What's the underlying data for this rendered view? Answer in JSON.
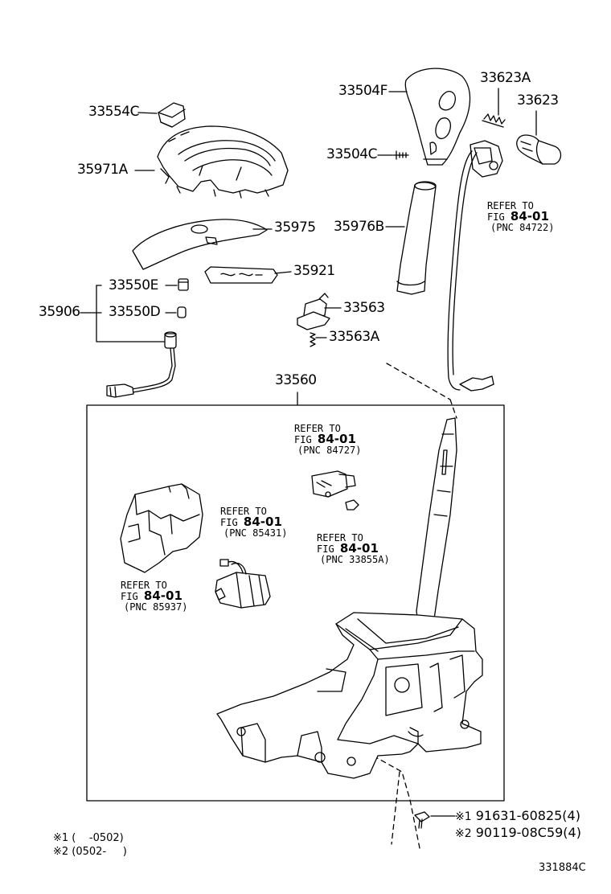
{
  "labels": {
    "p33554C": "33554C",
    "p35971A": "35971A",
    "p35975": "35975",
    "p35921": "35921",
    "p33550E": "33550E",
    "p35906": "35906",
    "p33550D": "33550D",
    "p33504F": "33504F",
    "p33623A": "33623A",
    "p33623": "33623",
    "p33504C": "33504C",
    "p35976B": "35976B",
    "p33563": "33563",
    "p33563A": "33563A",
    "p33560": "33560"
  },
  "refs": {
    "r84722": {
      "line1": "REFER TO",
      "fig_prefix": "FIG ",
      "fig": "84-01",
      "pnc": "(PNC 84722)"
    },
    "r84727": {
      "line1": "REFER TO",
      "fig_prefix": "FIG ",
      "fig": "84-01",
      "pnc": "(PNC 84727)"
    },
    "r85431": {
      "line1": "REFER TO",
      "fig_prefix": "FIG ",
      "fig": "84-01",
      "pnc": "(PNC 85431)"
    },
    "r33855A": {
      "line1": "REFER TO",
      "fig_prefix": "FIG ",
      "fig": "84-01",
      "pnc": "(PNC 33855A)"
    },
    "r85937": {
      "line1": "REFER TO",
      "fig_prefix": "FIG ",
      "fig": "84-01",
      "pnc": "(PNC 85937)"
    }
  },
  "bolts": {
    "b1_mark": "※1",
    "b1_part": "91631-60825(4)",
    "b2_mark": "※2",
    "b2_part": "90119-08C59(4)"
  },
  "notes": {
    "n1": "※1 (    -0502)",
    "n2": "※2 (0502-     )"
  },
  "diagram_code": "331884C"
}
